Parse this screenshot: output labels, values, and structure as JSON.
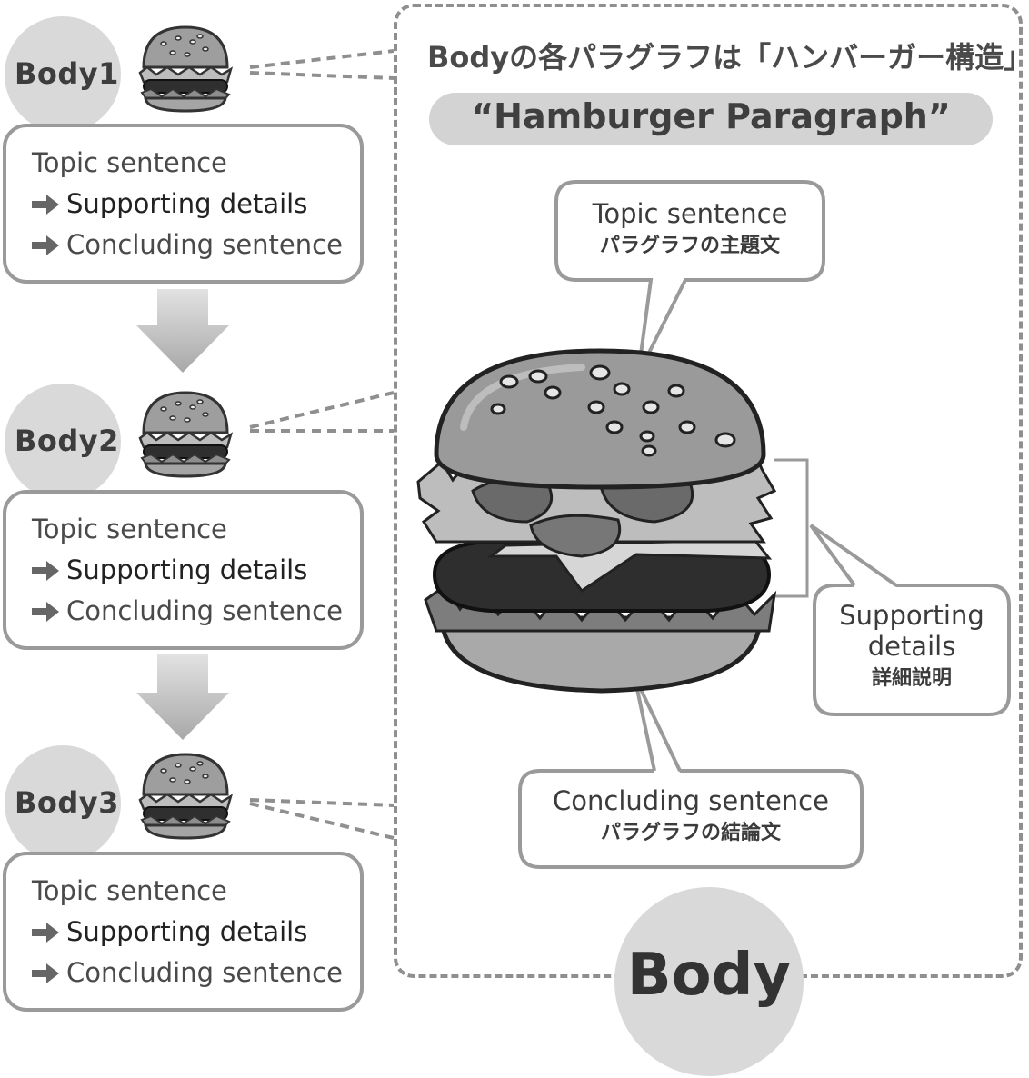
{
  "header": {
    "title_jp": "Bodyの各パラグラフは「ハンバーガー構造」",
    "title_en": "“Hamburger Paragraph”"
  },
  "bodies": [
    {
      "label": "Body1",
      "line1": "Topic sentence",
      "line2": "Supporting details",
      "line3": "Concluding sentence"
    },
    {
      "label": "Body2",
      "line1": "Topic sentence",
      "line2": "Supporting details",
      "line3": "Concluding sentence"
    },
    {
      "label": "Body3",
      "line1": "Topic sentence",
      "line2": "Supporting details",
      "line3": "Concluding sentence"
    }
  ],
  "callouts": {
    "topic": {
      "en": "Topic sentence",
      "jp": "パラグラフの主題文"
    },
    "supporting": {
      "en1": "Supporting",
      "en2": "details",
      "jp": "詳細説明"
    },
    "concluding": {
      "en": "Concluding sentence",
      "jp": "パラグラフの結論文"
    }
  },
  "footer": {
    "label": "Body"
  },
  "colors": {
    "frame": "#8f8f8f",
    "circle": "#d9d9d9",
    "card_border": "#9a9a9a",
    "arrow": "#c4c4c4"
  }
}
